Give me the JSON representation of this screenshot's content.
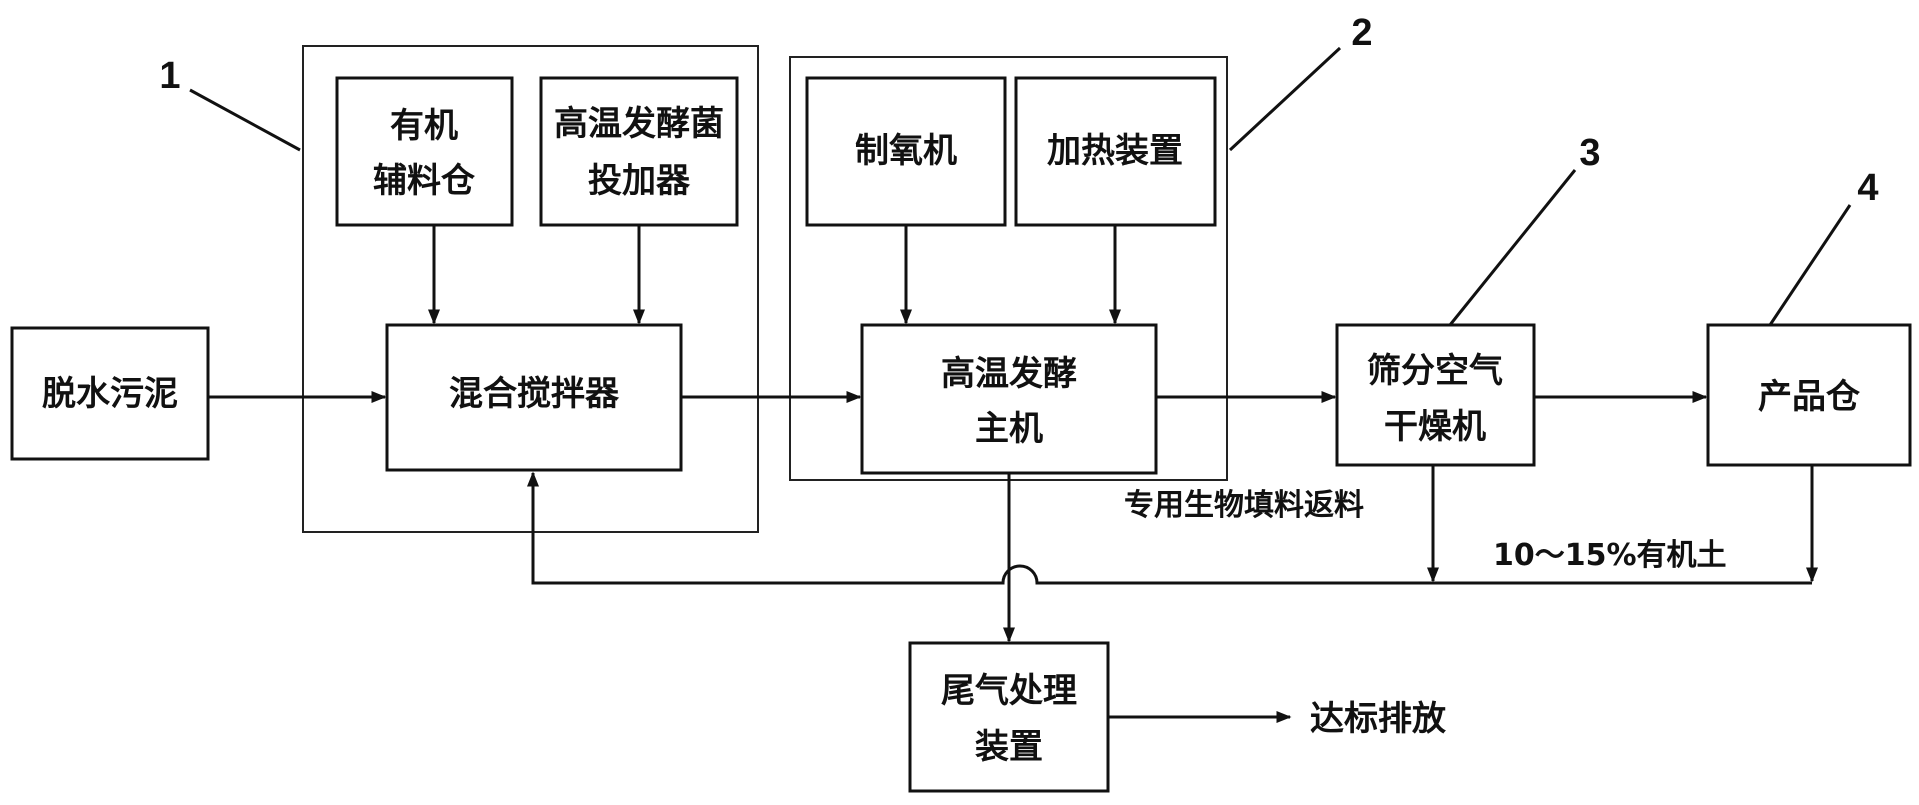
{
  "numbers": [
    "1",
    "2",
    "3",
    "4"
  ],
  "nodes": {
    "dewatered_sludge": "脱水污泥",
    "aux_bin_1": "有机",
    "aux_bin_2": "辅料仓",
    "bacteria_1": "高温发酵菌",
    "bacteria_2": "投加器",
    "mixer": "混合搅拌器",
    "oxygen": "制氧机",
    "heater": "加热装置",
    "ferment_1": "高温发酵",
    "ferment_2": "主机",
    "dryer_1": "筛分空气",
    "dryer_2": "干燥机",
    "product": "产品仓",
    "exhaust_1": "尾气处理",
    "exhaust_2": "装置"
  },
  "labels": {
    "return": "专用生物填料返料",
    "soil": "10～15%有机土",
    "emission": "达标排放"
  }
}
